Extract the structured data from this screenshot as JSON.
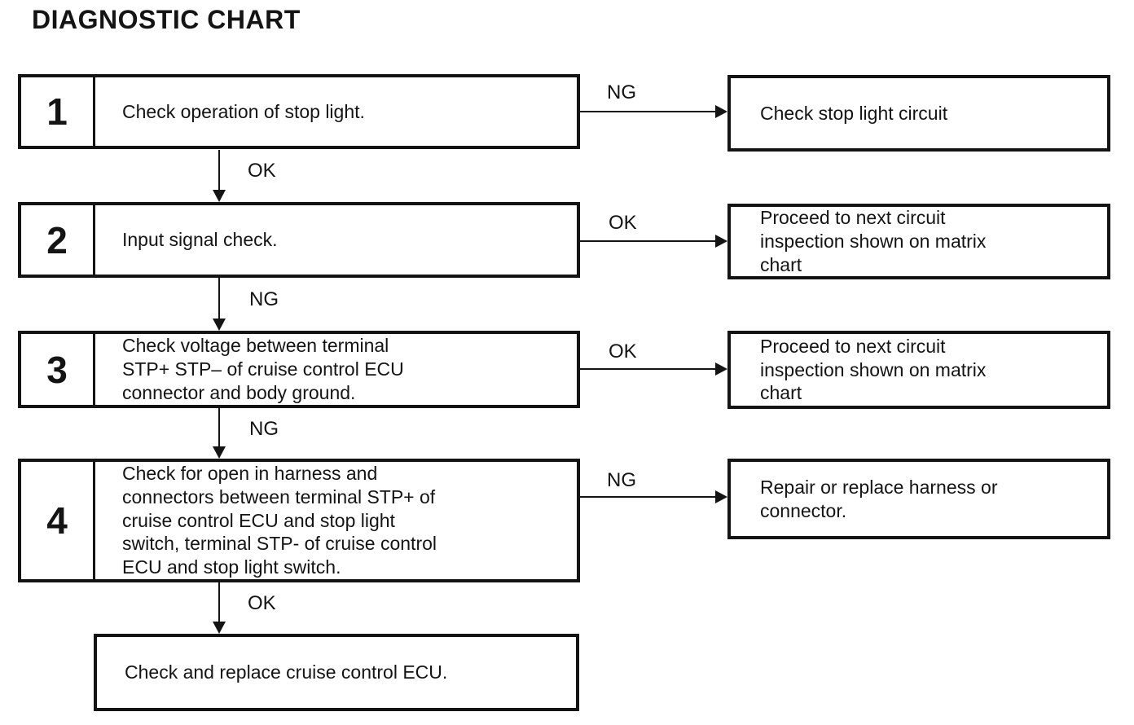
{
  "title": "DIAGNOSTIC CHART",
  "colors": {
    "ink": "#141414",
    "background": "#ffffff"
  },
  "steps": [
    {
      "number": "1",
      "text": "Check operation of stop light.",
      "side_label": "NG",
      "side_result": "Check stop light circuit",
      "down_label": "OK"
    },
    {
      "number": "2",
      "text": "Input signal check.",
      "side_label": "OK",
      "side_result": "Proceed to next circuit\ninspection shown on matrix\nchart",
      "down_label": "NG"
    },
    {
      "number": "3",
      "text": "Check voltage between terminal\nSTP+ STP– of cruise control ECU\nconnector and body ground.",
      "side_label": "OK",
      "side_result": "Proceed to next circuit\ninspection shown on matrix\nchart",
      "down_label": "NG"
    },
    {
      "number": "4",
      "text": "Check for open in harness and\nconnectors between terminal STP+ of\ncruise control ECU and stop light\nswitch, terminal STP- of cruise control\nECU and stop light switch.",
      "side_label": "NG",
      "side_result": "Repair or replace harness or\nconnector.",
      "down_label": "OK"
    }
  ],
  "final": {
    "text": "Check and replace cruise control ECU."
  }
}
